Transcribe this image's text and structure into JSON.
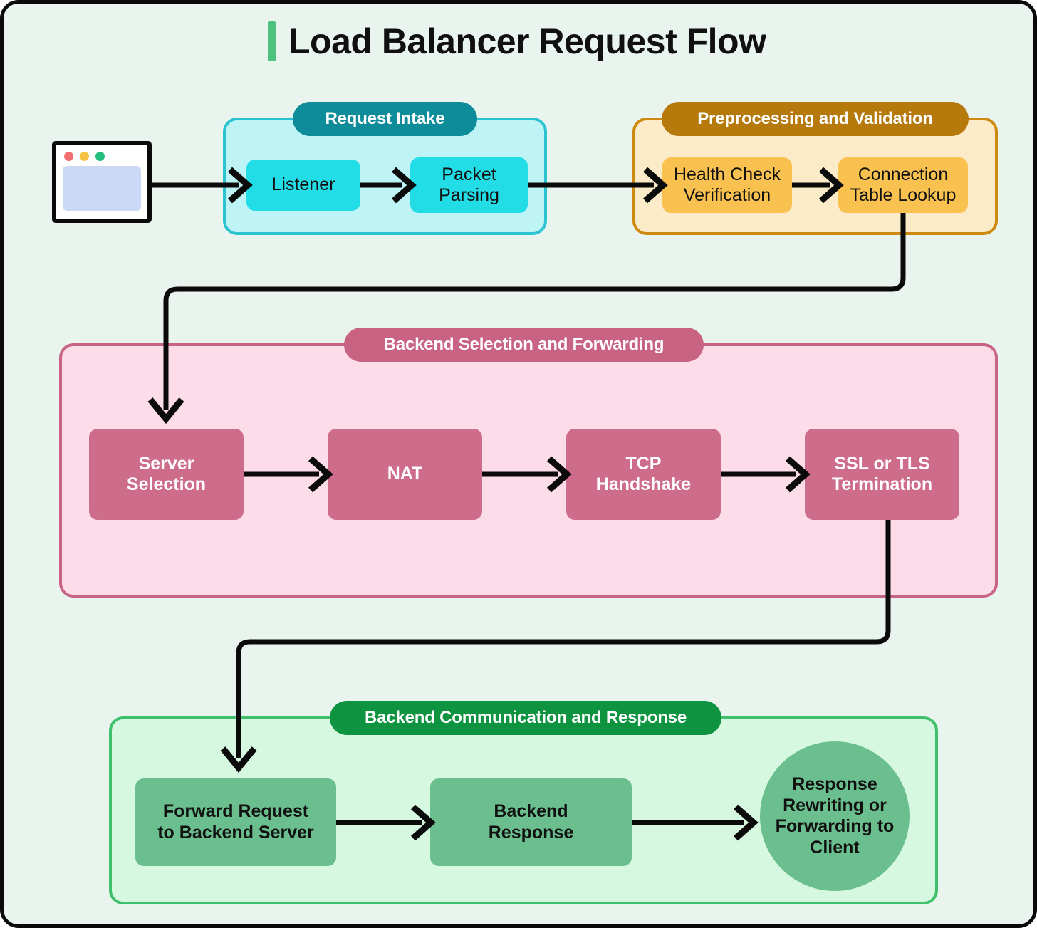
{
  "page": {
    "title": "Load Balancer Request Flow",
    "background_color": "#E9F4EF",
    "accent_color": "#4CC27E",
    "border_color": "#0a0a0a"
  },
  "client": {
    "icon": "browser-window-icon",
    "dot_colors": [
      "#F26D6D",
      "#F6C445",
      "#25BE7E"
    ],
    "screen_color": "#CBD9F7"
  },
  "sections": [
    {
      "id": "request-intake",
      "label": "Request Intake",
      "pill_color": "#0E8C99",
      "panel_color": "#BFF4F7",
      "panel_border": "#2BC3CF",
      "node_color": "#22DCE6",
      "nodes": [
        {
          "label": "Listener"
        },
        {
          "label": "Packet\nParsing"
        }
      ]
    },
    {
      "id": "preprocessing-and-validation",
      "label": "Preprocessing and Validation",
      "pill_color": "#B5790C",
      "panel_color": "#FCEBC9",
      "panel_border": "#CE8A10",
      "node_color": "#F9C250",
      "nodes": [
        {
          "label": "Health Check\nVerification"
        },
        {
          "label": "Connection\nTable Lookup"
        }
      ]
    },
    {
      "id": "backend-selection-and-forwarding",
      "label": "Backend Selection and Forwarding",
      "pill_color": "#C96384",
      "panel_color": "#FCDCE8",
      "panel_border": "#C96384",
      "node_color": "#CE6D8B",
      "nodes": [
        {
          "label": "Server\nSelection"
        },
        {
          "label": "NAT"
        },
        {
          "label": "TCP\nHandshake"
        },
        {
          "label": "SSL or TLS\nTermination"
        }
      ]
    },
    {
      "id": "backend-communication-and-response",
      "label": "Backend Communication and Response",
      "pill_color": "#0E9340",
      "panel_color": "#D6F8E0",
      "panel_border": "#3FC16B",
      "node_color": "#6BBF8E",
      "nodes": [
        {
          "label": "Forward Request\nto Backend Server"
        },
        {
          "label": "Backend\nResponse"
        },
        {
          "label": "Response\nRewriting or\nForwarding to\nClient",
          "shape": "circle"
        }
      ]
    }
  ],
  "flow_order": [
    "Client",
    "Listener",
    "Packet Parsing",
    "Health Check Verification",
    "Connection Table Lookup",
    "Server Selection",
    "NAT",
    "TCP Handshake",
    "SSL or TLS Termination",
    "Forward Request to Backend Server",
    "Backend Response",
    "Response Rewriting or Forwarding to Client"
  ]
}
